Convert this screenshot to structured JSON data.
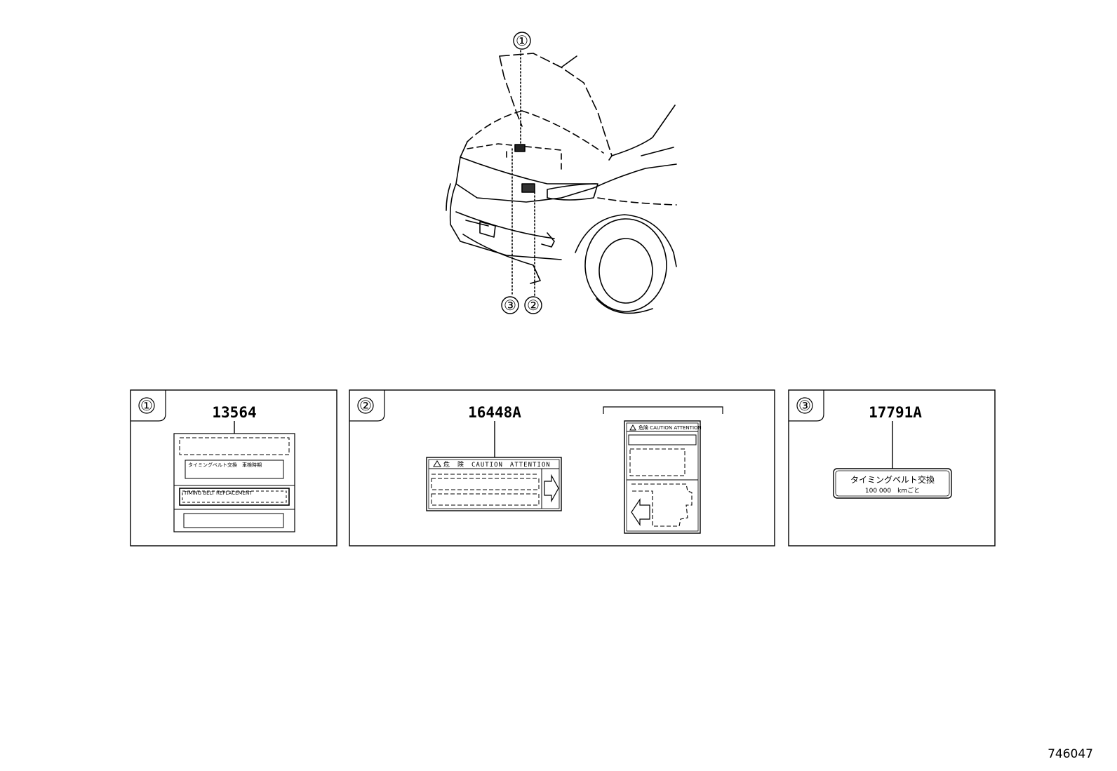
{
  "callouts": [
    "①",
    "②",
    "③"
  ],
  "panels": [
    {
      "marker": "①",
      "part_number": "13564",
      "label_lines": [
        "タイミングベルト交換　車検時期",
        "TIMING BELT REPLACEMENT"
      ]
    },
    {
      "marker": "②",
      "part_number": "16448A",
      "label_header": "危　険　CAUTION　ATTENTION",
      "alt_label_header": "危険 CAUTION ATTENTION"
    },
    {
      "marker": "③",
      "part_number": "17791A",
      "label_line1": "タイミングベルト交換",
      "label_line2": "100 000　kmごと"
    }
  ],
  "drawing_number": "746047"
}
